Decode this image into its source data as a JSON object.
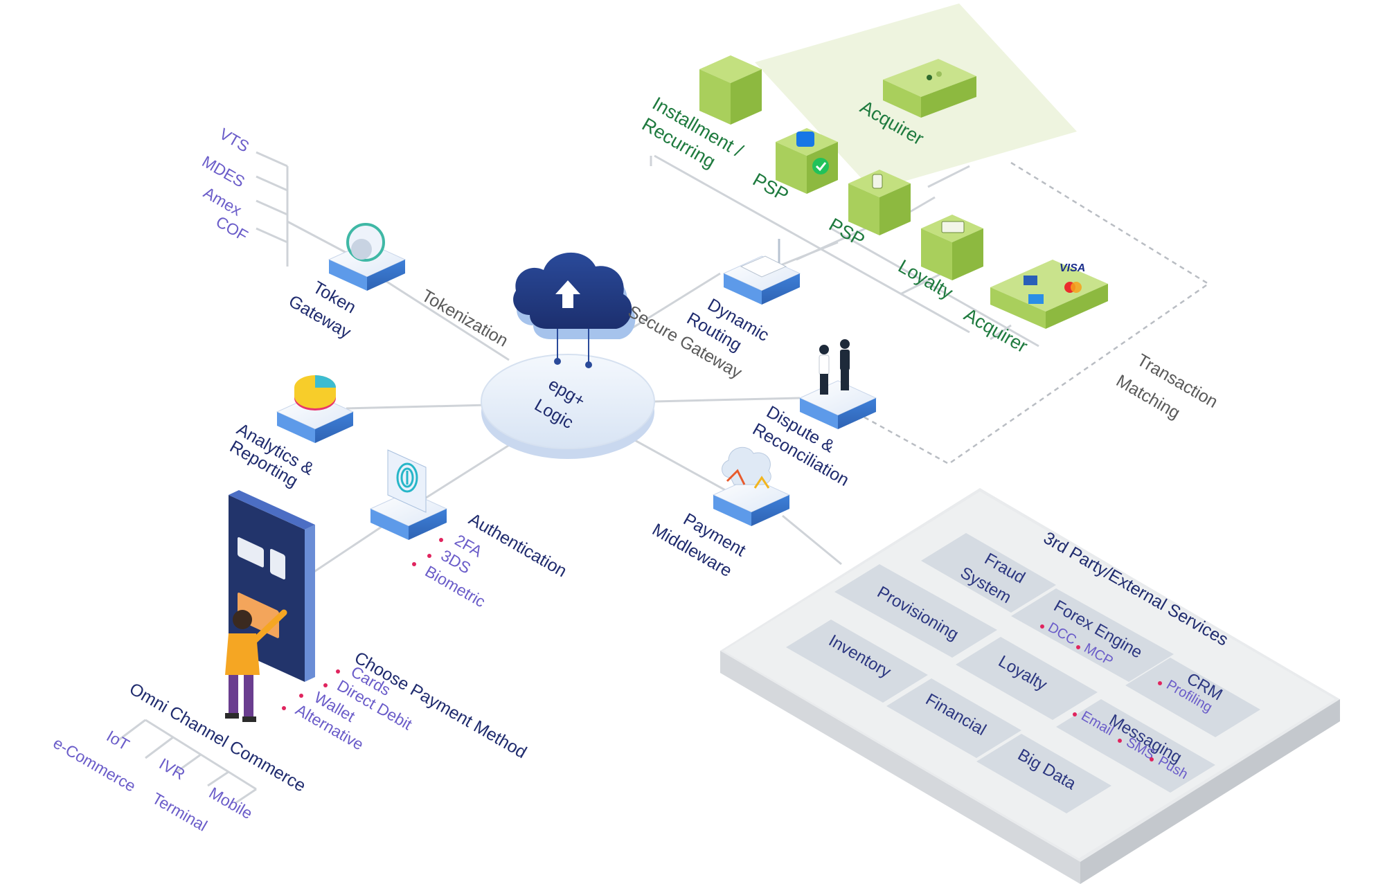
{
  "center": {
    "line1": "epg+",
    "line2": "Logic"
  },
  "edges": {
    "tokenization": "Tokenization",
    "secure_gateway": "Secure Gateway",
    "transaction_matching_1": "Transaction",
    "transaction_matching_2": "Matching"
  },
  "token_gateway": {
    "line1": "Token",
    "line2": "Gateway",
    "items": [
      "VTS",
      "MDES",
      "Amex",
      "COF"
    ]
  },
  "dynamic_routing": {
    "line1": "Dynamic",
    "line2": "Routing"
  },
  "analytics": {
    "line1": "Analytics &",
    "line2": "Reporting"
  },
  "authentication": {
    "title": "Authentication",
    "items": [
      "2FA",
      "3DS",
      "Biometric"
    ]
  },
  "payment_middleware": {
    "line1": "Payment",
    "line2": "Middleware"
  },
  "dispute": {
    "line1": "Dispute &",
    "line2": "Reconciliation"
  },
  "choose_payment": {
    "title": "Choose Payment Method",
    "items": [
      "Cards",
      "Direct Debit",
      "Wallet",
      "Alternative"
    ]
  },
  "omni": {
    "title": "Omni Channel Commerce",
    "channels": [
      "IoT",
      "e-Commerce",
      "IVR",
      "Terminal",
      "Mobile"
    ]
  },
  "processing": {
    "installment_1": "Installment /",
    "installment_2": "Recurring",
    "acquirer_top": "Acquirer",
    "psp_1": "PSP",
    "psp_2": "PSP",
    "loyalty": "Loyalty",
    "acquirer_bottom": "Acquirer",
    "card_brand": "VISA"
  },
  "third_party": {
    "title": "3rd Party/External Services",
    "fraud_1": "Fraud",
    "fraud_2": "System",
    "provisioning": "Provisioning",
    "forex": "Forex Engine",
    "forex_items": [
      "DCC",
      "MCP"
    ],
    "inventory": "Inventory",
    "loyalty": "Loyalty",
    "crm": "CRM",
    "crm_items": [
      "Profiling"
    ],
    "financial": "Financial",
    "messaging": "Messaging",
    "messaging_items": [
      "Email",
      "SMS",
      "Push"
    ],
    "big_data": "Big Data"
  },
  "colors": {
    "navy": "#1f2b6e",
    "purple": "#6a5cc9",
    "green_label": "#1e7a3e",
    "box_green": "#a9cf5c",
    "panel_grey": "#eceeef",
    "tile_grey": "#d3d9e0",
    "server_blue": "#4a8fe6",
    "dot_pink": "#e0245e"
  }
}
